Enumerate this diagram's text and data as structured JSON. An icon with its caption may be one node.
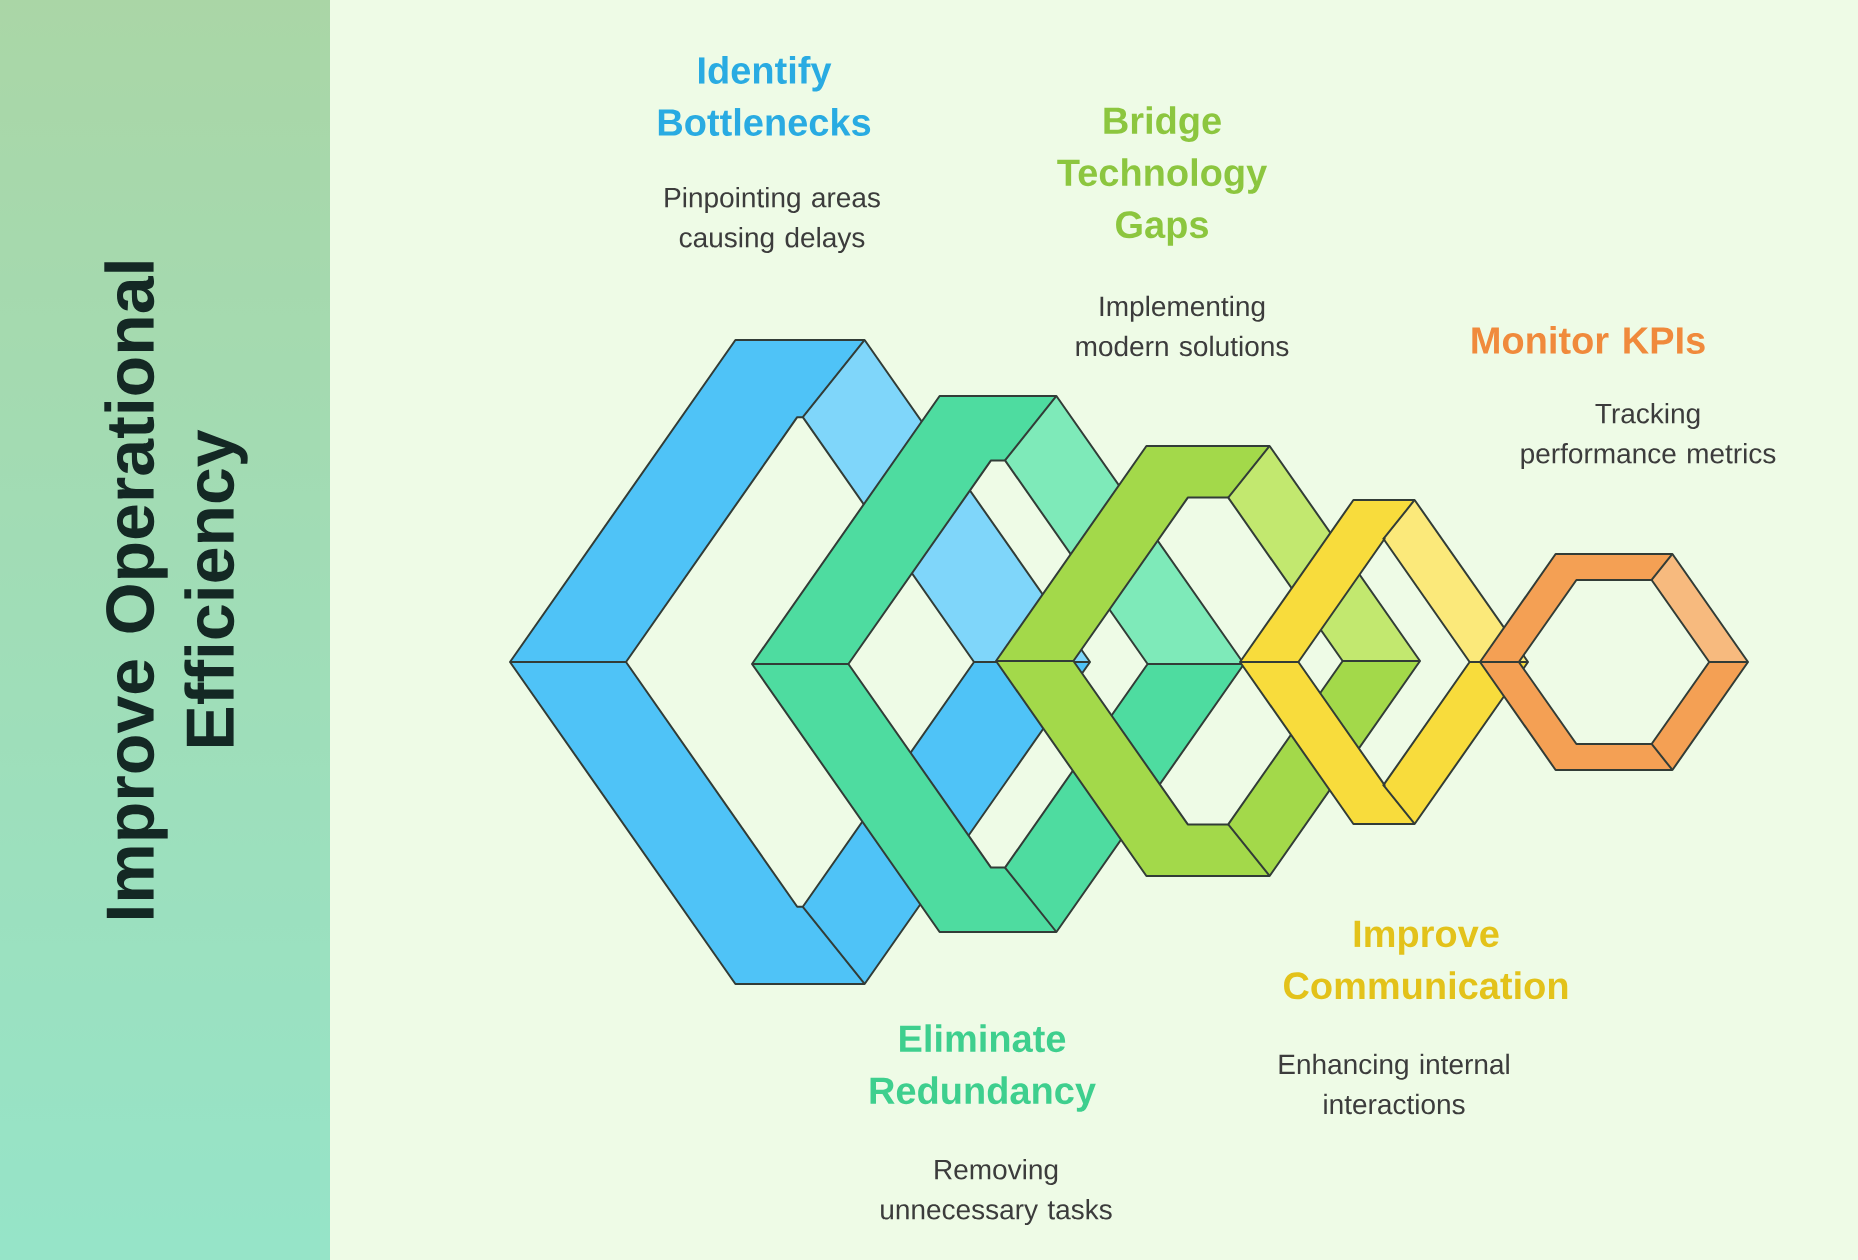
{
  "diagram": {
    "title": "Improve Operational Efficiency",
    "nodes": [
      {
        "text": [
          "Identify Bottlenecks",
          "Pinpointing areas causing delays"
        ]
      },
      {
        "text": [
          "Eliminate Redundancy",
          "Removing unnecessary tasks"
        ]
      },
      {
        "text": [
          "Bridge Technology Gaps",
          "Implementing modern solutions"
        ]
      },
      {
        "text": [
          "Improve Communication",
          "Enhancing internal interactions"
        ]
      },
      {
        "text": [
          "Monitor KPIs",
          "Tracking performance metrics"
        ]
      }
    ],
    "edges": []
  }
}
